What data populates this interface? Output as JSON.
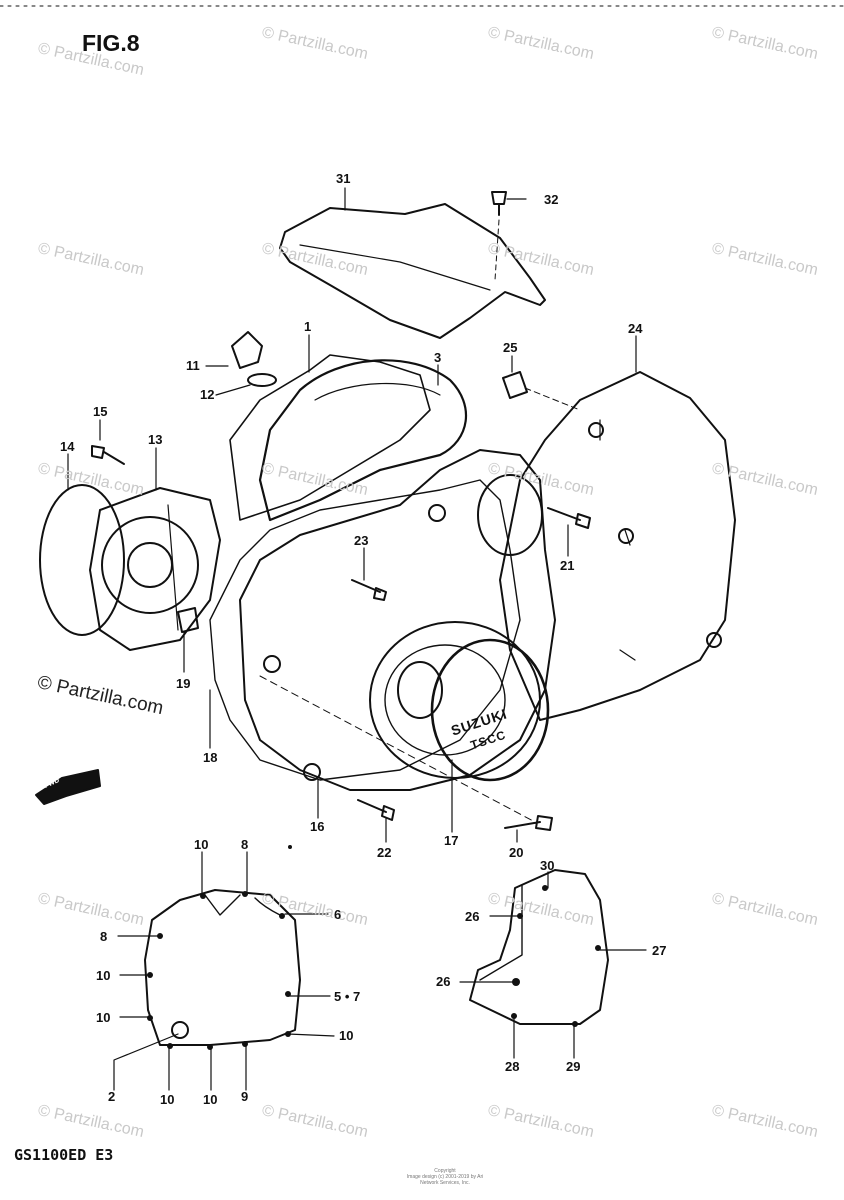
{
  "figure": {
    "title": "FIG.8",
    "model_code": "GS1100ED E3",
    "copyright_line_1": "Copyright",
    "copyright_line_2": "Image design (c) 2001-2019 by Ari Network Services, Inc.",
    "forward_arrow_text": "FWD"
  },
  "watermarks": [
    "© Partzilla.com",
    "© Partzilla.com",
    "© Partzilla.com",
    "© Partzilla.com",
    "© Partzilla.com",
    "© Partzilla.com",
    "© Partzilla.com",
    "© Partzilla.com",
    "© Partzilla.com",
    "© Partzilla.com",
    "© Partzilla.com",
    "© Partzilla.com",
    "© Partzilla.com",
    "© Partzilla.com",
    "© Partzilla.com",
    "© Partzilla.com",
    "© Partzilla.com",
    "© Partzilla.com",
    "© Partzilla.com",
    "© Partzilla.com"
  ],
  "watermark_prominent": "© Partzilla.com",
  "callouts": [
    "31",
    "32",
    "1",
    "3",
    "24",
    "25",
    "11",
    "12",
    "15",
    "13",
    "14",
    "23",
    "21",
    "19",
    "18",
    "16",
    "22",
    "17",
    "20",
    "10",
    "8",
    "6",
    "8",
    "10",
    "5 • 7",
    "10",
    "10",
    "2",
    "10",
    "10",
    "9",
    "30",
    "26",
    "27",
    "26",
    "28",
    "29"
  ],
  "cover_emblem": [
    "SUZUKI",
    "TSCC"
  ],
  "colors": {
    "ink": "#111111",
    "watermark": "#c9c9c9",
    "background": "#ffffff"
  }
}
